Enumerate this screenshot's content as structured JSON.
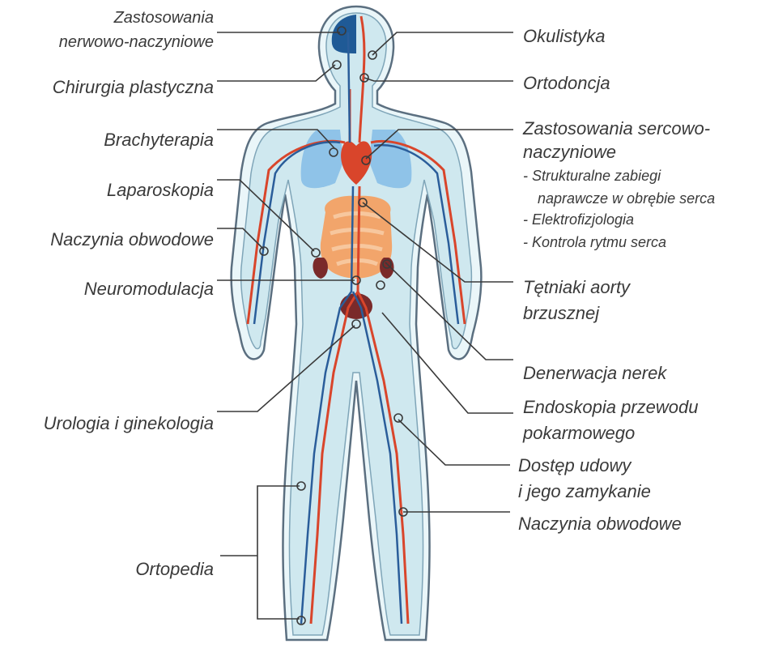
{
  "labels_left": {
    "neurovascular_line1": "Zastosowania",
    "neurovascular_line2": "nerwowo-naczyniowe",
    "plastic_surgery": "Chirurgia plastyczna",
    "brachytherapy": "Brachyterapia",
    "laparoscopy": "Laparoskopia",
    "peripheral_vessels": "Naczynia obwodowe",
    "neuromodulation": "Neuromodulacja",
    "urology_gynecology": "Urologia i ginekologia",
    "orthopedics": "Ortopedia"
  },
  "labels_right": {
    "ophthalmology": "Okulistyka",
    "orthodontics": "Ortodoncja",
    "cardio_line1": "Zastosowania sercowo-",
    "cardio_line2": "naczyniowe",
    "cardio_sub": [
      "-  Strukturalne zabiegi",
      "naprawcze w obrębie serca",
      "-  Elektrofizjologia",
      "-  Kontrola rytmu serca"
    ],
    "aaa_line1": "Tętniaki aorty",
    "aaa_line2": "brzusznej",
    "renal_denervation": "Denerwacja nerek",
    "gi_line1": "Endoskopia przewodu",
    "gi_line2": "pokarmowego",
    "femoral_line1": "Dostęp udowy",
    "femoral_line2": "i jego zamykanie",
    "peripheral_vessels": "Naczynia obwodowe"
  },
  "colors": {
    "body_outline": "#5b6f80",
    "body_fill": "#d3ebf0",
    "body_inner": "#a9d6e3",
    "artery": "#d9452b",
    "vein": "#2a5d9a",
    "organ_orange": "#f2a56b",
    "organ_dark": "#7a2a2a",
    "lung": "#8fc3e8",
    "leader_line": "#3a3a3a"
  }
}
